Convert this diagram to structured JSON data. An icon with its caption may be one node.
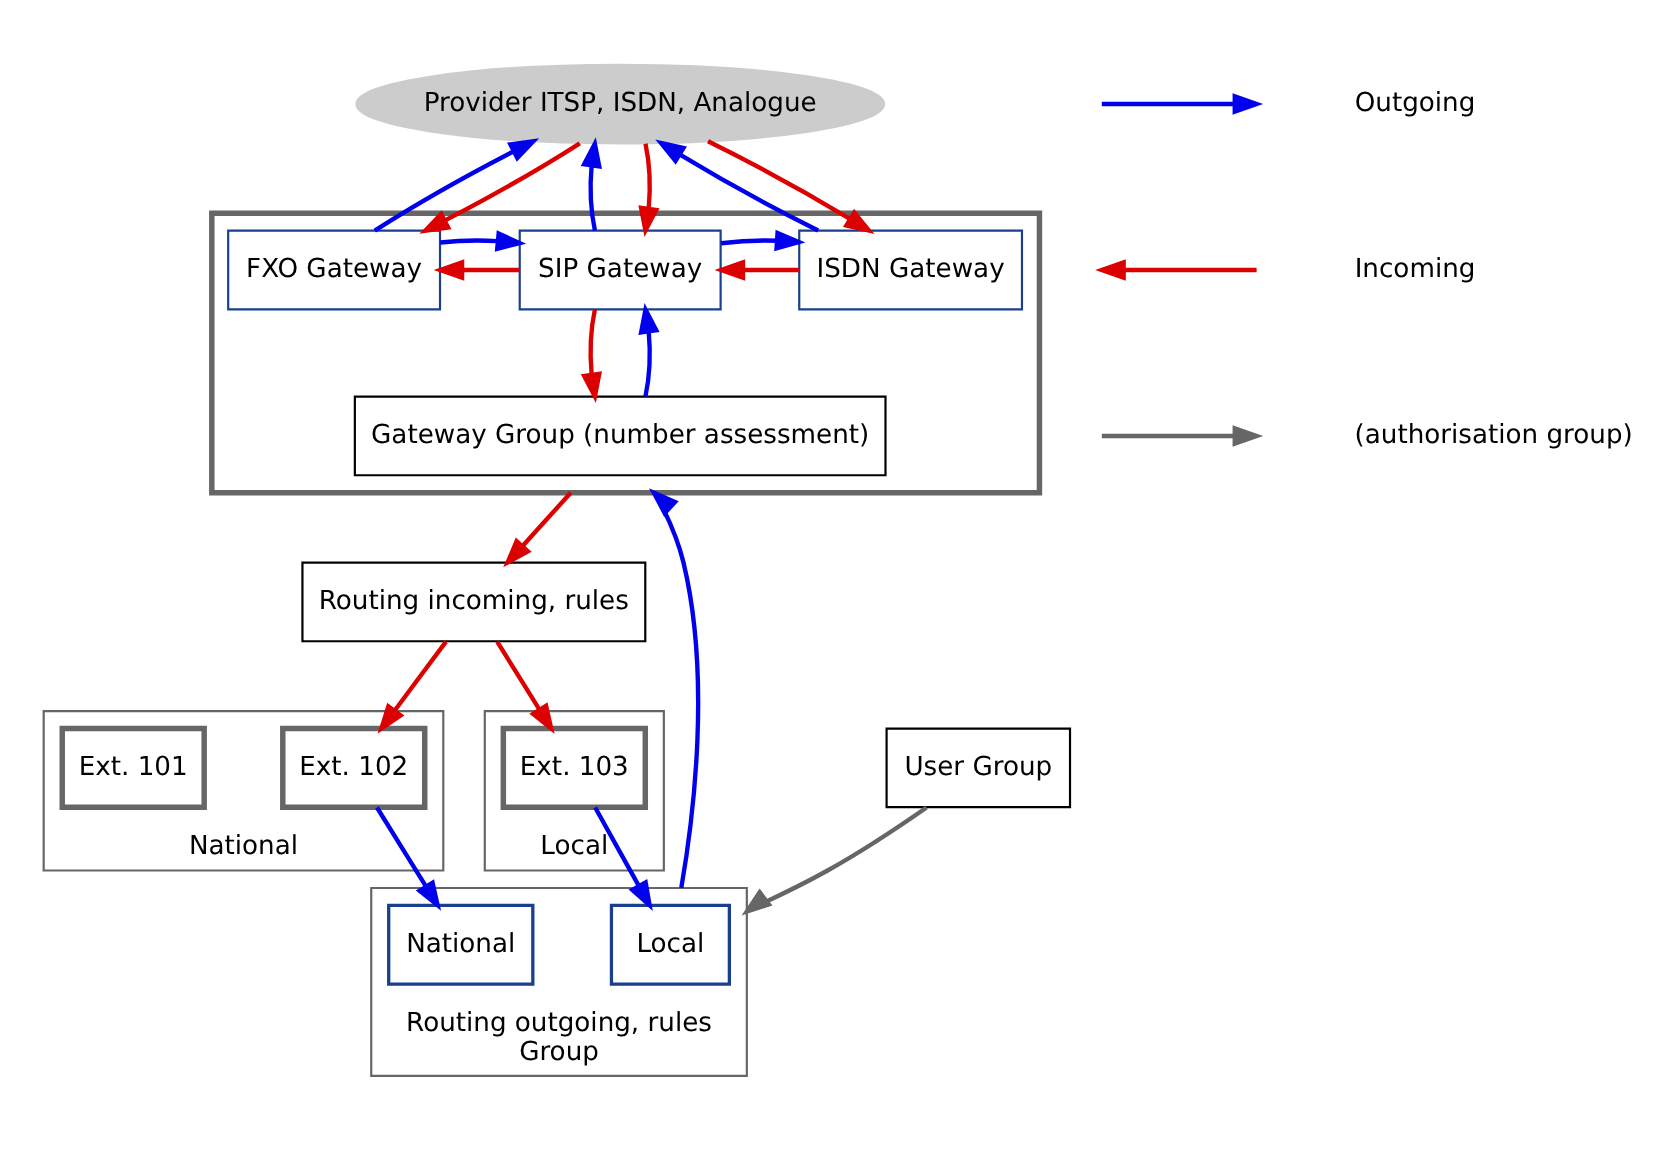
{
  "diagram": {
    "nodes": [
      {
        "text": [
          "Provider ITSP, ISDN, Analogue"
        ]
      },
      {
        "text": [],
        "shape": "box"
      },
      {
        "text": [
          "ISDN Gateway"
        ],
        "in": 1
      },
      {
        "text": [
          "SIP Gateway"
        ],
        "in": 1
      },
      {
        "text": [
          "FXO Gateway"
        ],
        "in": 1
      },
      {
        "text": [
          "Gateway Group (number assessment)"
        ],
        "in": 1
      },
      {
        "text": [
          "Routing incoming, rules"
        ]
      },
      {
        "text": [
          "National"
        ]
      },
      {
        "text": [
          "Ext. 101"
        ],
        "in": 7
      },
      {
        "text": [
          "Ext. 102"
        ],
        "in": 7
      },
      {
        "text": [
          "Local"
        ]
      },
      {
        "text": [
          "Ext. 103"
        ],
        "in": 10
      },
      {
        "text": [
          "Routing outgoing, rules",
          "Group"
        ]
      },
      {
        "text": [
          "Local"
        ],
        "in": 12
      },
      {
        "text": [
          "National"
        ],
        "in": 12
      },
      {
        "text": [
          "User Group"
        ]
      }
    ],
    "edges": [
      {
        "from": 2,
        "to": 0,
        "arrow": "to"
      },
      {
        "from": 0,
        "to": 2,
        "arrow": "to",
        "color": "#dd0000"
      },
      {
        "from": 0,
        "to": 3,
        "arrow": "to",
        "color": "#dd0000"
      },
      {
        "from": 3,
        "to": 0,
        "arrow": "to"
      },
      {
        "from": 0,
        "to": 4,
        "arrow": "to",
        "color": "#dd0000"
      },
      {
        "from": 4,
        "to": 0,
        "arrow": "to"
      },
      {
        "from": 2,
        "to": 3,
        "arrow": "to",
        "color": "#dd0000"
      },
      {
        "from": 3,
        "to": 2,
        "arrow": "to"
      },
      {
        "from": 3,
        "to": 4,
        "arrow": "to",
        "color": "#dd0000"
      },
      {
        "from": 4,
        "to": 3,
        "arrow": "to"
      },
      {
        "from": 3,
        "to": 5,
        "arrow": "to",
        "color": "#dd0000"
      },
      {
        "from": 5,
        "to": 3,
        "arrow": "to"
      },
      {
        "from": 1,
        "to": 6,
        "arrow": "to",
        "color": "#dd0000"
      },
      {
        "from": 12,
        "to": 1,
        "arrow": "to"
      },
      {
        "from": 6,
        "to": 9,
        "arrow": "to",
        "color": "#dd0000"
      },
      {
        "from": 6,
        "to": 11,
        "arrow": "to",
        "color": "#dd0000"
      },
      {
        "from": 11,
        "to": 13,
        "arrow": "to"
      },
      {
        "from": 9,
        "to": 14,
        "arrow": "to"
      },
      {
        "from": 15,
        "to": 12,
        "arrow": "to",
        "color": "#666666"
      }
    ],
    "legend": [
      {
        "text": "Outgoing"
      },
      {
        "text": "Incoming"
      },
      {
        "text": "(authorisation group)"
      }
    ]
  }
}
